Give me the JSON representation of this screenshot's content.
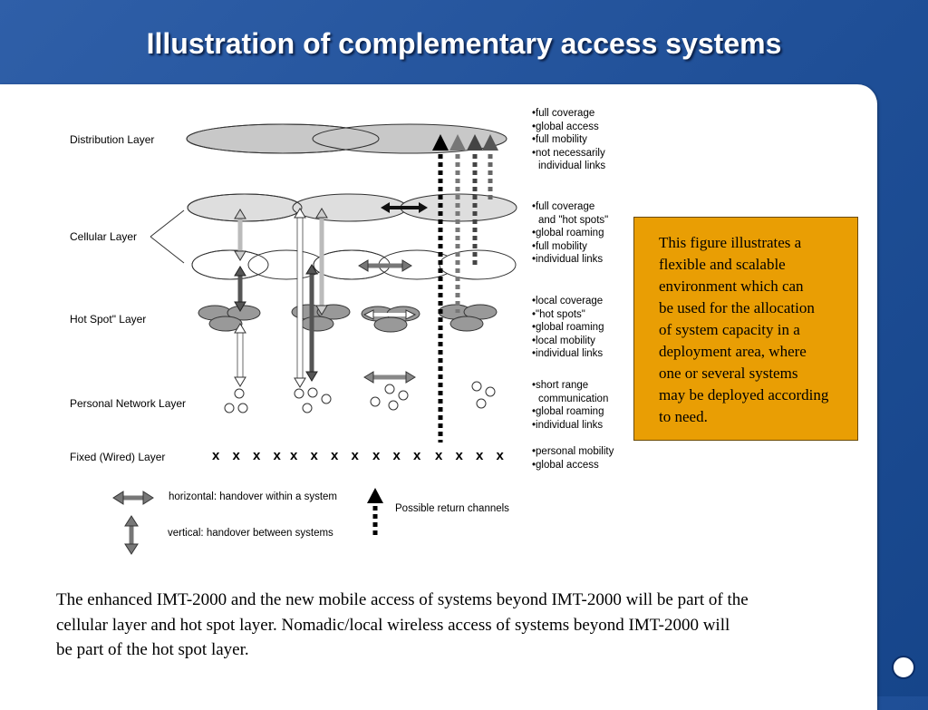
{
  "slide": {
    "title": "Illustration of complementary access systems"
  },
  "diagram": {
    "layers": [
      {
        "label": "Distribution Layer"
      },
      {
        "label": "Cellular Layer"
      },
      {
        "label": "Hot Spot\" Layer"
      },
      {
        "label": "Personal Network Layer"
      },
      {
        "label": "Fixed (Wired) Layer"
      }
    ],
    "features": [
      [
        "full coverage",
        "global access",
        "full mobility",
        "not necessarily",
        "individual links"
      ],
      [
        "full coverage",
        "and \"hot spots\"",
        "global roaming",
        "full mobility",
        "individual links"
      ],
      [
        "local coverage",
        "\"hot spots\"",
        "global roaming",
        "local mobility",
        "individual links"
      ],
      [
        "short range",
        "communication",
        "global roaming",
        "individual links"
      ],
      [
        "personal mobility",
        "global access"
      ]
    ],
    "fixed_marks": [
      "x x x x",
      "x x x x",
      "x x x",
      "x x x x"
    ],
    "legend": {
      "horizontal": "horizontal: handover within a system",
      "vertical": "vertical: handover between systems",
      "return": "Possible return channels"
    }
  },
  "note": {
    "text": "This figure illustrates a\nflexible and scalable\nenvironment which can\nbe used for the allocation\nof system capacity in a\ndeployment area, where\none or several systems\nmay be deployed according\nto need."
  },
  "caption": {
    "text": "The enhanced IMT-2000 and the new mobile access of systems beyond IMT-2000 will be part of the\ncellular layer and hot spot layer. Nomadic/local wireless access of systems beyond IMT-2000 will\nbe part of the hot spot layer."
  },
  "colors": {
    "background": "#1f4f97",
    "note_box": "#e99e04"
  }
}
